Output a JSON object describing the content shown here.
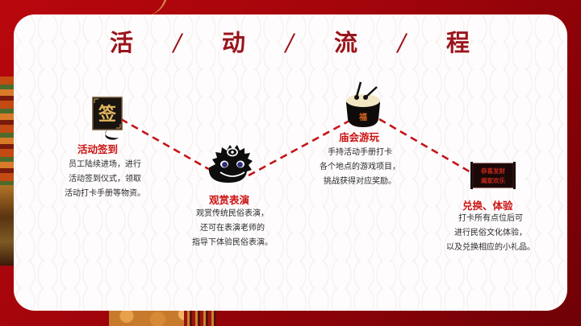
{
  "page": {
    "title_chars": [
      "活",
      "动",
      "流",
      "程"
    ],
    "title_separator": "/",
    "title_color": "#9a141c",
    "accent_color": "#cc1313",
    "background_color": "#a3050b"
  },
  "steps": [
    {
      "title": "活动签到",
      "icon": "sign-in-plaque-icon",
      "icon_glyph": "签",
      "lines": [
        "员工陆续进场，进行",
        "活动签到仪式，领取",
        "活动打卡手册等物资。"
      ]
    },
    {
      "title": "观赏表演",
      "icon": "lion-dance-head-icon",
      "lines": [
        "观赏传统民俗表演，",
        "还可在表演老师的",
        "指导下体验民俗表演。"
      ]
    },
    {
      "title": "庙会游玩",
      "icon": "drum-icon",
      "icon_glyph": "福",
      "lines": [
        "手持活动手册打卡",
        "各个地点的游戏项目，",
        "挑战获得对应奖励。"
      ]
    },
    {
      "title": "兑换、体验",
      "icon": "scroll-icon",
      "icon_text": [
        "恭喜发财",
        "阖家欢乐"
      ],
      "lines": [
        "打卡所有点位后可",
        "进行民俗文化体验，",
        "以及兑换相应的小礼品。"
      ]
    }
  ]
}
